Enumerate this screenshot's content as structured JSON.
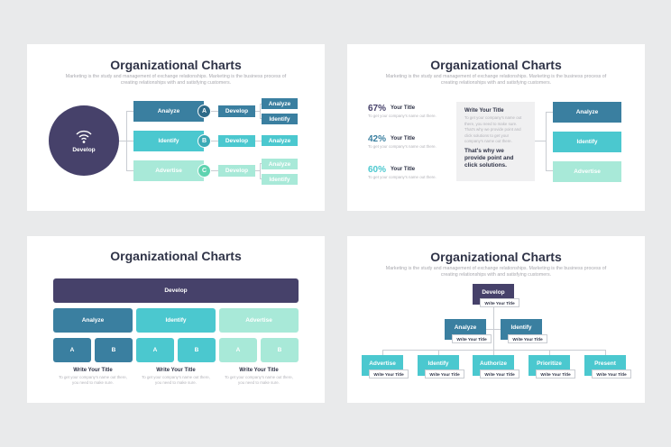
{
  "title": "Organizational Charts",
  "subtitle": "Marketing is the study and management of exchange relationships. Marketing is the business process of creating relationships with and satisfying customers.",
  "colors": {
    "purple": "#46416a",
    "blue": "#3a7fa0",
    "teal": "#4bc8cf",
    "mint": "#a8e9d8"
  },
  "slide1": {
    "center": "Develop",
    "center_icon": "wifi-icon",
    "rows": [
      {
        "label": "Analyze",
        "letter": "A",
        "mid": "Develop",
        "leaves": [
          "Analyze",
          "Identify"
        ]
      },
      {
        "label": "Identify",
        "letter": "B",
        "mid": "Develop",
        "leaves": [
          "Analyze"
        ]
      },
      {
        "label": "Advertise",
        "letter": "C",
        "mid": "Develop",
        "leaves": [
          "Analyze",
          "Identify"
        ]
      }
    ]
  },
  "slide2": {
    "stats": [
      {
        "pct": "67%",
        "title": "Your Title",
        "desc": "To get your company's name out there."
      },
      {
        "pct": "42%",
        "title": "Your Title",
        "desc": "To get your company's name out there."
      },
      {
        "pct": "60%",
        "title": "Your Title",
        "desc": "To get your company's name out there."
      }
    ],
    "card": {
      "title": "Write Your Title",
      "body": "To get your company's name out there, you need to make sure. That's why we provide point and click solutions to get your company's name out there.",
      "emphasis": "That's why we provide point and click solutions."
    },
    "boxes": [
      "Analyze",
      "Identify",
      "Advertise"
    ]
  },
  "slide3": {
    "top": "Develop",
    "columns": [
      {
        "label": "Analyze",
        "a": "A",
        "b": "B",
        "title": "Write Your Title",
        "desc": "To get your company's name out there, you need to make sure."
      },
      {
        "label": "Identify",
        "a": "A",
        "b": "B",
        "title": "Write Your Title",
        "desc": "To get your company's name out there, you need to make sure."
      },
      {
        "label": "Advertise",
        "a": "A",
        "b": "B",
        "title": "Write Your Title",
        "desc": "To get your company's name out there, you need to make sure."
      }
    ]
  },
  "slide4": {
    "root": "Develop",
    "caption": "Write Your Title",
    "level2": [
      "Analyze",
      "Identify"
    ],
    "level3": [
      "Advertise",
      "Identify",
      "Authorize",
      "Prioritize",
      "Present"
    ]
  }
}
